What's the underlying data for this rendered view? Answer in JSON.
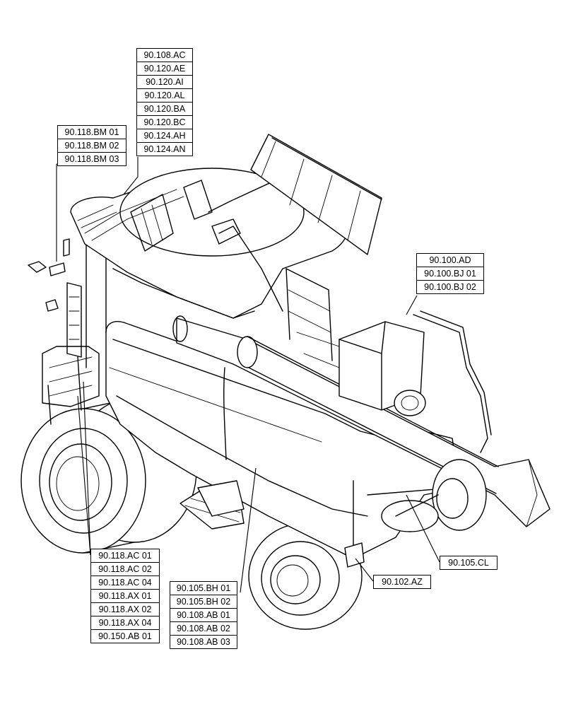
{
  "callouts": {
    "top_center": [
      "90.108.AC",
      "90.120.AE",
      "90.120.AI",
      "90.120.AL",
      "90.120.BA",
      "90.120.BC",
      "90.124.AH",
      "90.124.AN"
    ],
    "top_left": [
      "90.118.BM 01",
      "90.118.BM 02",
      "90.118.BM 03"
    ],
    "right": [
      "90.100.AD",
      "90.100.BJ 01",
      "90.100.BJ 02"
    ],
    "bottom_left": [
      "90.118.AC 01",
      "90.118.AC 02",
      "90.118.AC 04",
      "90.118.AX 01",
      "90.118.AX 02",
      "90.118.AX 04",
      "90.150.AB 01"
    ],
    "bottom_center": [
      "90.105.BH 01",
      "90.105.BH 02",
      "90.108.AB 01",
      "90.108.AB 02",
      "90.108.AB 03"
    ],
    "bottom_right_a": [
      "90.102.AZ"
    ],
    "bottom_right_b": [
      "90.105.CL"
    ]
  }
}
